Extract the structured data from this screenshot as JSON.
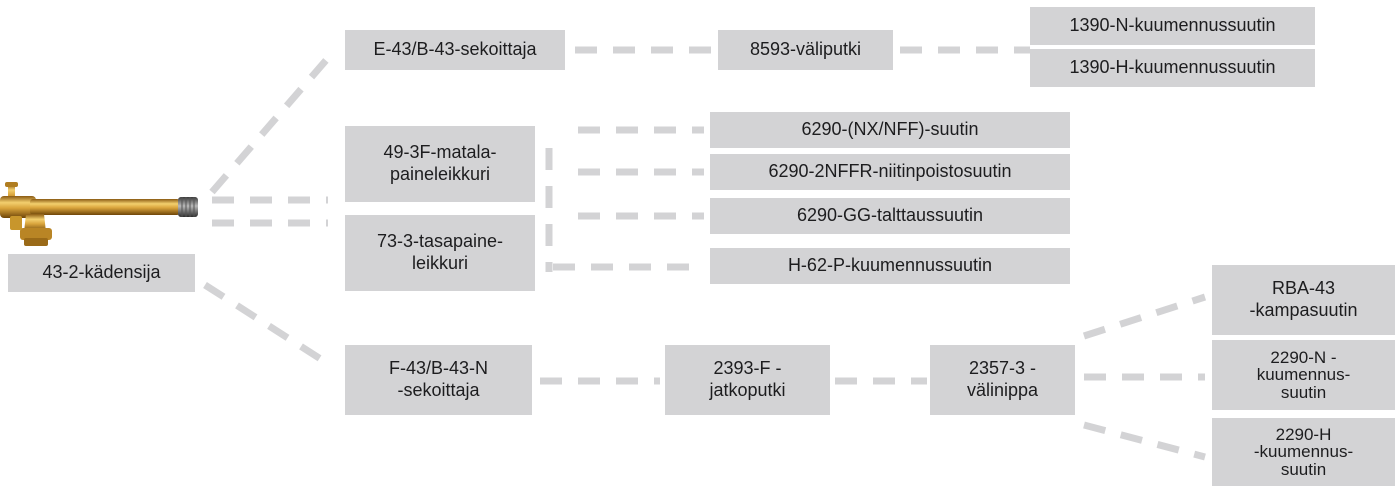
{
  "colors": {
    "box_fill": "#d3d3d5",
    "connector": "#d3d3d5",
    "text": "#1d1d1f",
    "brass": "#c8962c"
  },
  "icons": {
    "handle": "brass-torch-handle-icon"
  },
  "nodes": {
    "handle": "43-2-kädensija",
    "mixer_e": "E-43/B-43-sekoittaja",
    "tube_8593": "8593-väliputki",
    "nozzle_1390n": "1390-N-kuumennussuutin",
    "nozzle_1390h": "1390-H-kuumennussuutin",
    "cutter_49": [
      "49-3F-matala-",
      "paineleikkuri"
    ],
    "cutter_73": [
      "73-3-tasapaine-",
      "leikkuri"
    ],
    "nozzle_6290nx": "6290-(NX/NFF)-suutin",
    "nozzle_6290nffr": "6290-2NFFR-niitinpoistosuutin",
    "nozzle_6290gg": "6290-GG-talttaussuutin",
    "nozzle_h62p": "H-62-P-kuumennussuutin",
    "mixer_f": [
      "F-43/B-43-N",
      "-sekoittaja"
    ],
    "ext_2393": [
      "2393-F -",
      "jatkoputki"
    ],
    "nipple_2357": [
      "2357-3 -",
      "välinippa"
    ],
    "nozzle_rba": [
      "RBA-43",
      "-kampasuutin"
    ],
    "nozzle_2290n": [
      "2290-N -",
      "kuumennus-",
      "suutin"
    ],
    "nozzle_2290h": [
      "2290-H",
      "-kuumennus-",
      "suutin"
    ]
  }
}
